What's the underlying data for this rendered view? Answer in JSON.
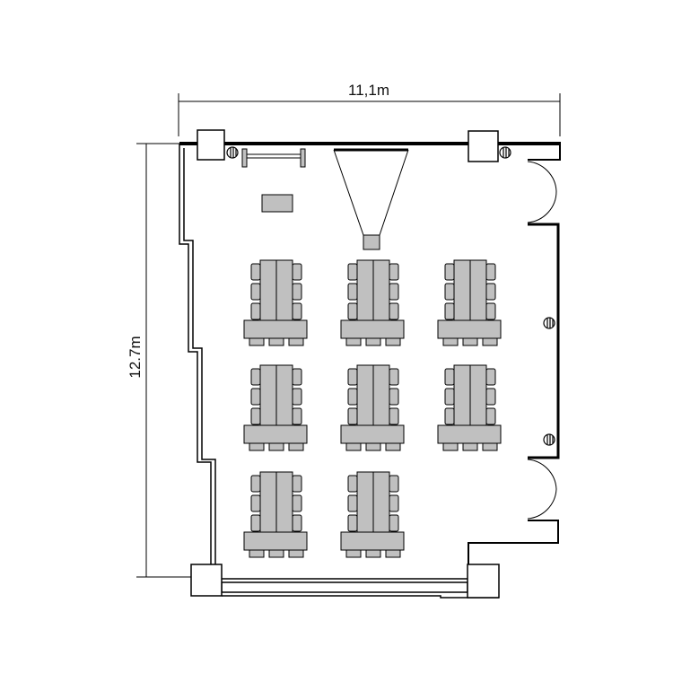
{
  "dimensions": {
    "width_label": "11,1m",
    "height_label": "12.7m"
  },
  "layout": {
    "table_groups": 8,
    "chairs_per_group": 9
  },
  "colors": {
    "table_fill": "#c0c0c0",
    "line": "#000000",
    "background": "#ffffff"
  }
}
